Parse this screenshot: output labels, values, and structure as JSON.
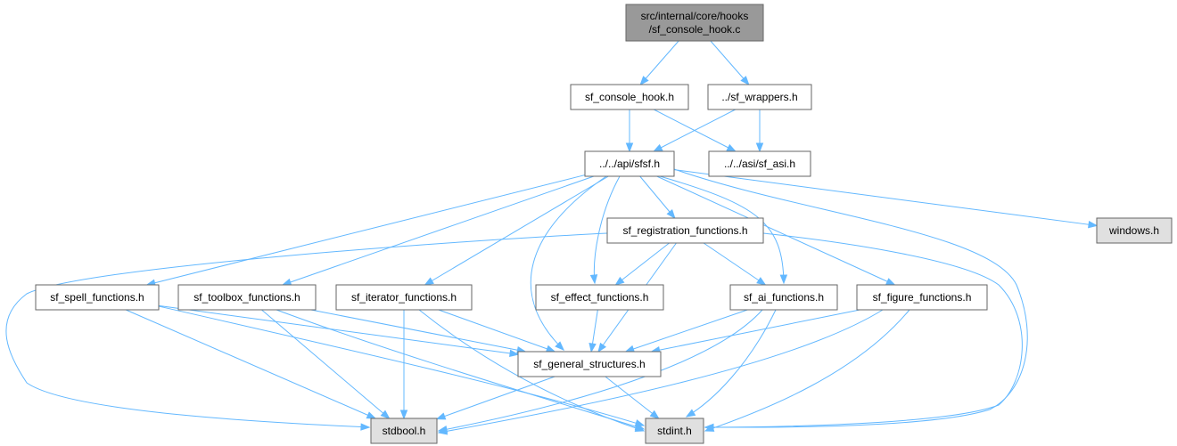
{
  "graph": {
    "nodes": [
      {
        "id": "root",
        "lines": [
          "src/internal/core/hooks",
          "/sf_console_hook.c"
        ],
        "style": "root"
      },
      {
        "id": "console_hook_h",
        "lines": [
          "sf_console_hook.h"
        ],
        "style": "normal"
      },
      {
        "id": "wrappers_h",
        "lines": [
          "../sf_wrappers.h"
        ],
        "style": "normal"
      },
      {
        "id": "sfsf_h",
        "lines": [
          "../../api/sfsf.h"
        ],
        "style": "normal"
      },
      {
        "id": "sf_asi_h",
        "lines": [
          "../../asi/sf_asi.h"
        ],
        "style": "normal"
      },
      {
        "id": "windows_h",
        "lines": [
          "windows.h"
        ],
        "style": "external"
      },
      {
        "id": "registration_h",
        "lines": [
          "sf_registration_functions.h"
        ],
        "style": "normal"
      },
      {
        "id": "spell_h",
        "lines": [
          "sf_spell_functions.h"
        ],
        "style": "normal"
      },
      {
        "id": "toolbox_h",
        "lines": [
          "sf_toolbox_functions.h"
        ],
        "style": "normal"
      },
      {
        "id": "iterator_h",
        "lines": [
          "sf_iterator_functions.h"
        ],
        "style": "normal"
      },
      {
        "id": "effect_h",
        "lines": [
          "sf_effect_functions.h"
        ],
        "style": "normal"
      },
      {
        "id": "ai_h",
        "lines": [
          "sf_ai_functions.h"
        ],
        "style": "normal"
      },
      {
        "id": "figure_h",
        "lines": [
          "sf_figure_functions.h"
        ],
        "style": "normal"
      },
      {
        "id": "general_h",
        "lines": [
          "sf_general_structures.h"
        ],
        "style": "normal"
      },
      {
        "id": "stdbool_h",
        "lines": [
          "stdbool.h"
        ],
        "style": "external"
      },
      {
        "id": "stdint_h",
        "lines": [
          "stdint.h"
        ],
        "style": "external"
      }
    ],
    "edges": [
      [
        "root",
        "console_hook_h"
      ],
      [
        "root",
        "wrappers_h"
      ],
      [
        "console_hook_h",
        "sfsf_h"
      ],
      [
        "console_hook_h",
        "sf_asi_h"
      ],
      [
        "wrappers_h",
        "sfsf_h"
      ],
      [
        "wrappers_h",
        "sf_asi_h"
      ],
      [
        "sfsf_h",
        "windows_h"
      ],
      [
        "sfsf_h",
        "registration_h"
      ],
      [
        "sfsf_h",
        "spell_h"
      ],
      [
        "sfsf_h",
        "toolbox_h"
      ],
      [
        "sfsf_h",
        "iterator_h"
      ],
      [
        "sfsf_h",
        "effect_h"
      ],
      [
        "sfsf_h",
        "ai_h"
      ],
      [
        "sfsf_h",
        "figure_h"
      ],
      [
        "sfsf_h",
        "general_h"
      ],
      [
        "sfsf_h",
        "stdint_h"
      ],
      [
        "registration_h",
        "effect_h"
      ],
      [
        "registration_h",
        "ai_h"
      ],
      [
        "registration_h",
        "general_h"
      ],
      [
        "registration_h",
        "stdbool_h"
      ],
      [
        "registration_h",
        "stdint_h"
      ],
      [
        "spell_h",
        "general_h"
      ],
      [
        "spell_h",
        "stdbool_h"
      ],
      [
        "spell_h",
        "stdint_h"
      ],
      [
        "toolbox_h",
        "general_h"
      ],
      [
        "toolbox_h",
        "stdbool_h"
      ],
      [
        "toolbox_h",
        "stdint_h"
      ],
      [
        "iterator_h",
        "general_h"
      ],
      [
        "iterator_h",
        "stdbool_h"
      ],
      [
        "iterator_h",
        "stdint_h"
      ],
      [
        "effect_h",
        "general_h"
      ],
      [
        "ai_h",
        "general_h"
      ],
      [
        "ai_h",
        "stdbool_h"
      ],
      [
        "ai_h",
        "stdint_h"
      ],
      [
        "figure_h",
        "general_h"
      ],
      [
        "figure_h",
        "stdbool_h"
      ],
      [
        "figure_h",
        "stdint_h"
      ],
      [
        "general_h",
        "stdbool_h"
      ],
      [
        "general_h",
        "stdint_h"
      ]
    ]
  },
  "colors": {
    "edge": "#63b8ff",
    "root_fill": "#999999",
    "normal_fill": "#ffffff",
    "external_fill": "#e0e0e0",
    "border": "#666666"
  }
}
